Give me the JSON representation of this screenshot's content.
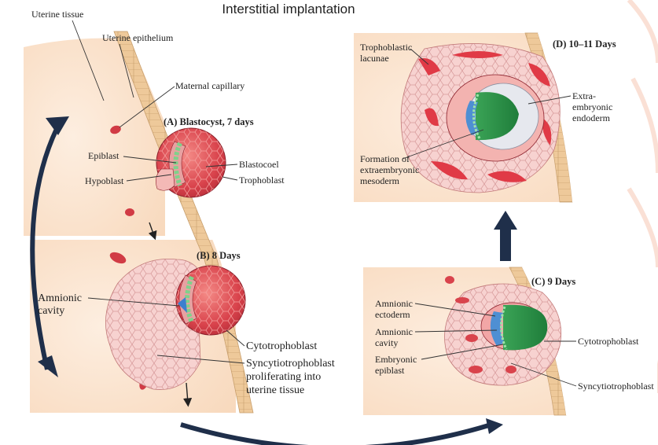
{
  "title": "Interstitial implantation",
  "panels": {
    "a": {
      "title": "(A) Blastocyst, 7 days",
      "labels": {
        "uterine_tissue": "Uterine tissue",
        "uterine_epithelium": "Uterine epithelium",
        "maternal_capillary": "Maternal capillary",
        "epiblast": "Epiblast",
        "hypoblast": "Hypoblast",
        "blastocoel": "Blastocoel",
        "trophoblast": "Trophoblast"
      }
    },
    "b": {
      "title": "(B) 8 Days",
      "labels": {
        "amnionic_cavity_1": "Amnionic",
        "amnionic_cavity_2": "cavity",
        "cytotrophoblast": "Cytotrophoblast",
        "syncytio_1": "Syncytiotrophoblast",
        "syncytio_2": "proliferating into",
        "syncytio_3": "uterine tissue"
      }
    },
    "c": {
      "title": "(C) 9 Days",
      "labels": {
        "amnionic_ectoderm_1": "Amnionic",
        "amnionic_ectoderm_2": "ectoderm",
        "amnionic_cavity_1": "Amnionic",
        "amnionic_cavity_2": "cavity",
        "embryonic_epiblast_1": "Embryonic",
        "embryonic_epiblast_2": "epiblast",
        "cytotrophoblast": "Cytotrophoblast",
        "syncytiotrophoblast": "Syncytiotrophoblast"
      }
    },
    "d": {
      "title": "(D) 10–11 Days",
      "labels": {
        "lacunae_1": "Trophoblastic",
        "lacunae_2": "lacunae",
        "extra_endo_1": "Extra-",
        "extra_endo_2": "embryonic",
        "extra_endo_3": "endoderm",
        "meso_1": "Formation of",
        "meso_2": "extraembryonic",
        "meso_3": "mesoderm"
      }
    }
  },
  "colors": {
    "uterine_tissue": "#fbe3cf",
    "epithelium": "#eec99a",
    "blastocyst_red": "#d9474f",
    "syncytium_pink": "#f6cdcb",
    "epiblast_green": "#3fae57",
    "amnion_blue": "#4f8fd3",
    "lacuna_red": "#e03a46",
    "flow_arrow": "#1f2f4a"
  }
}
